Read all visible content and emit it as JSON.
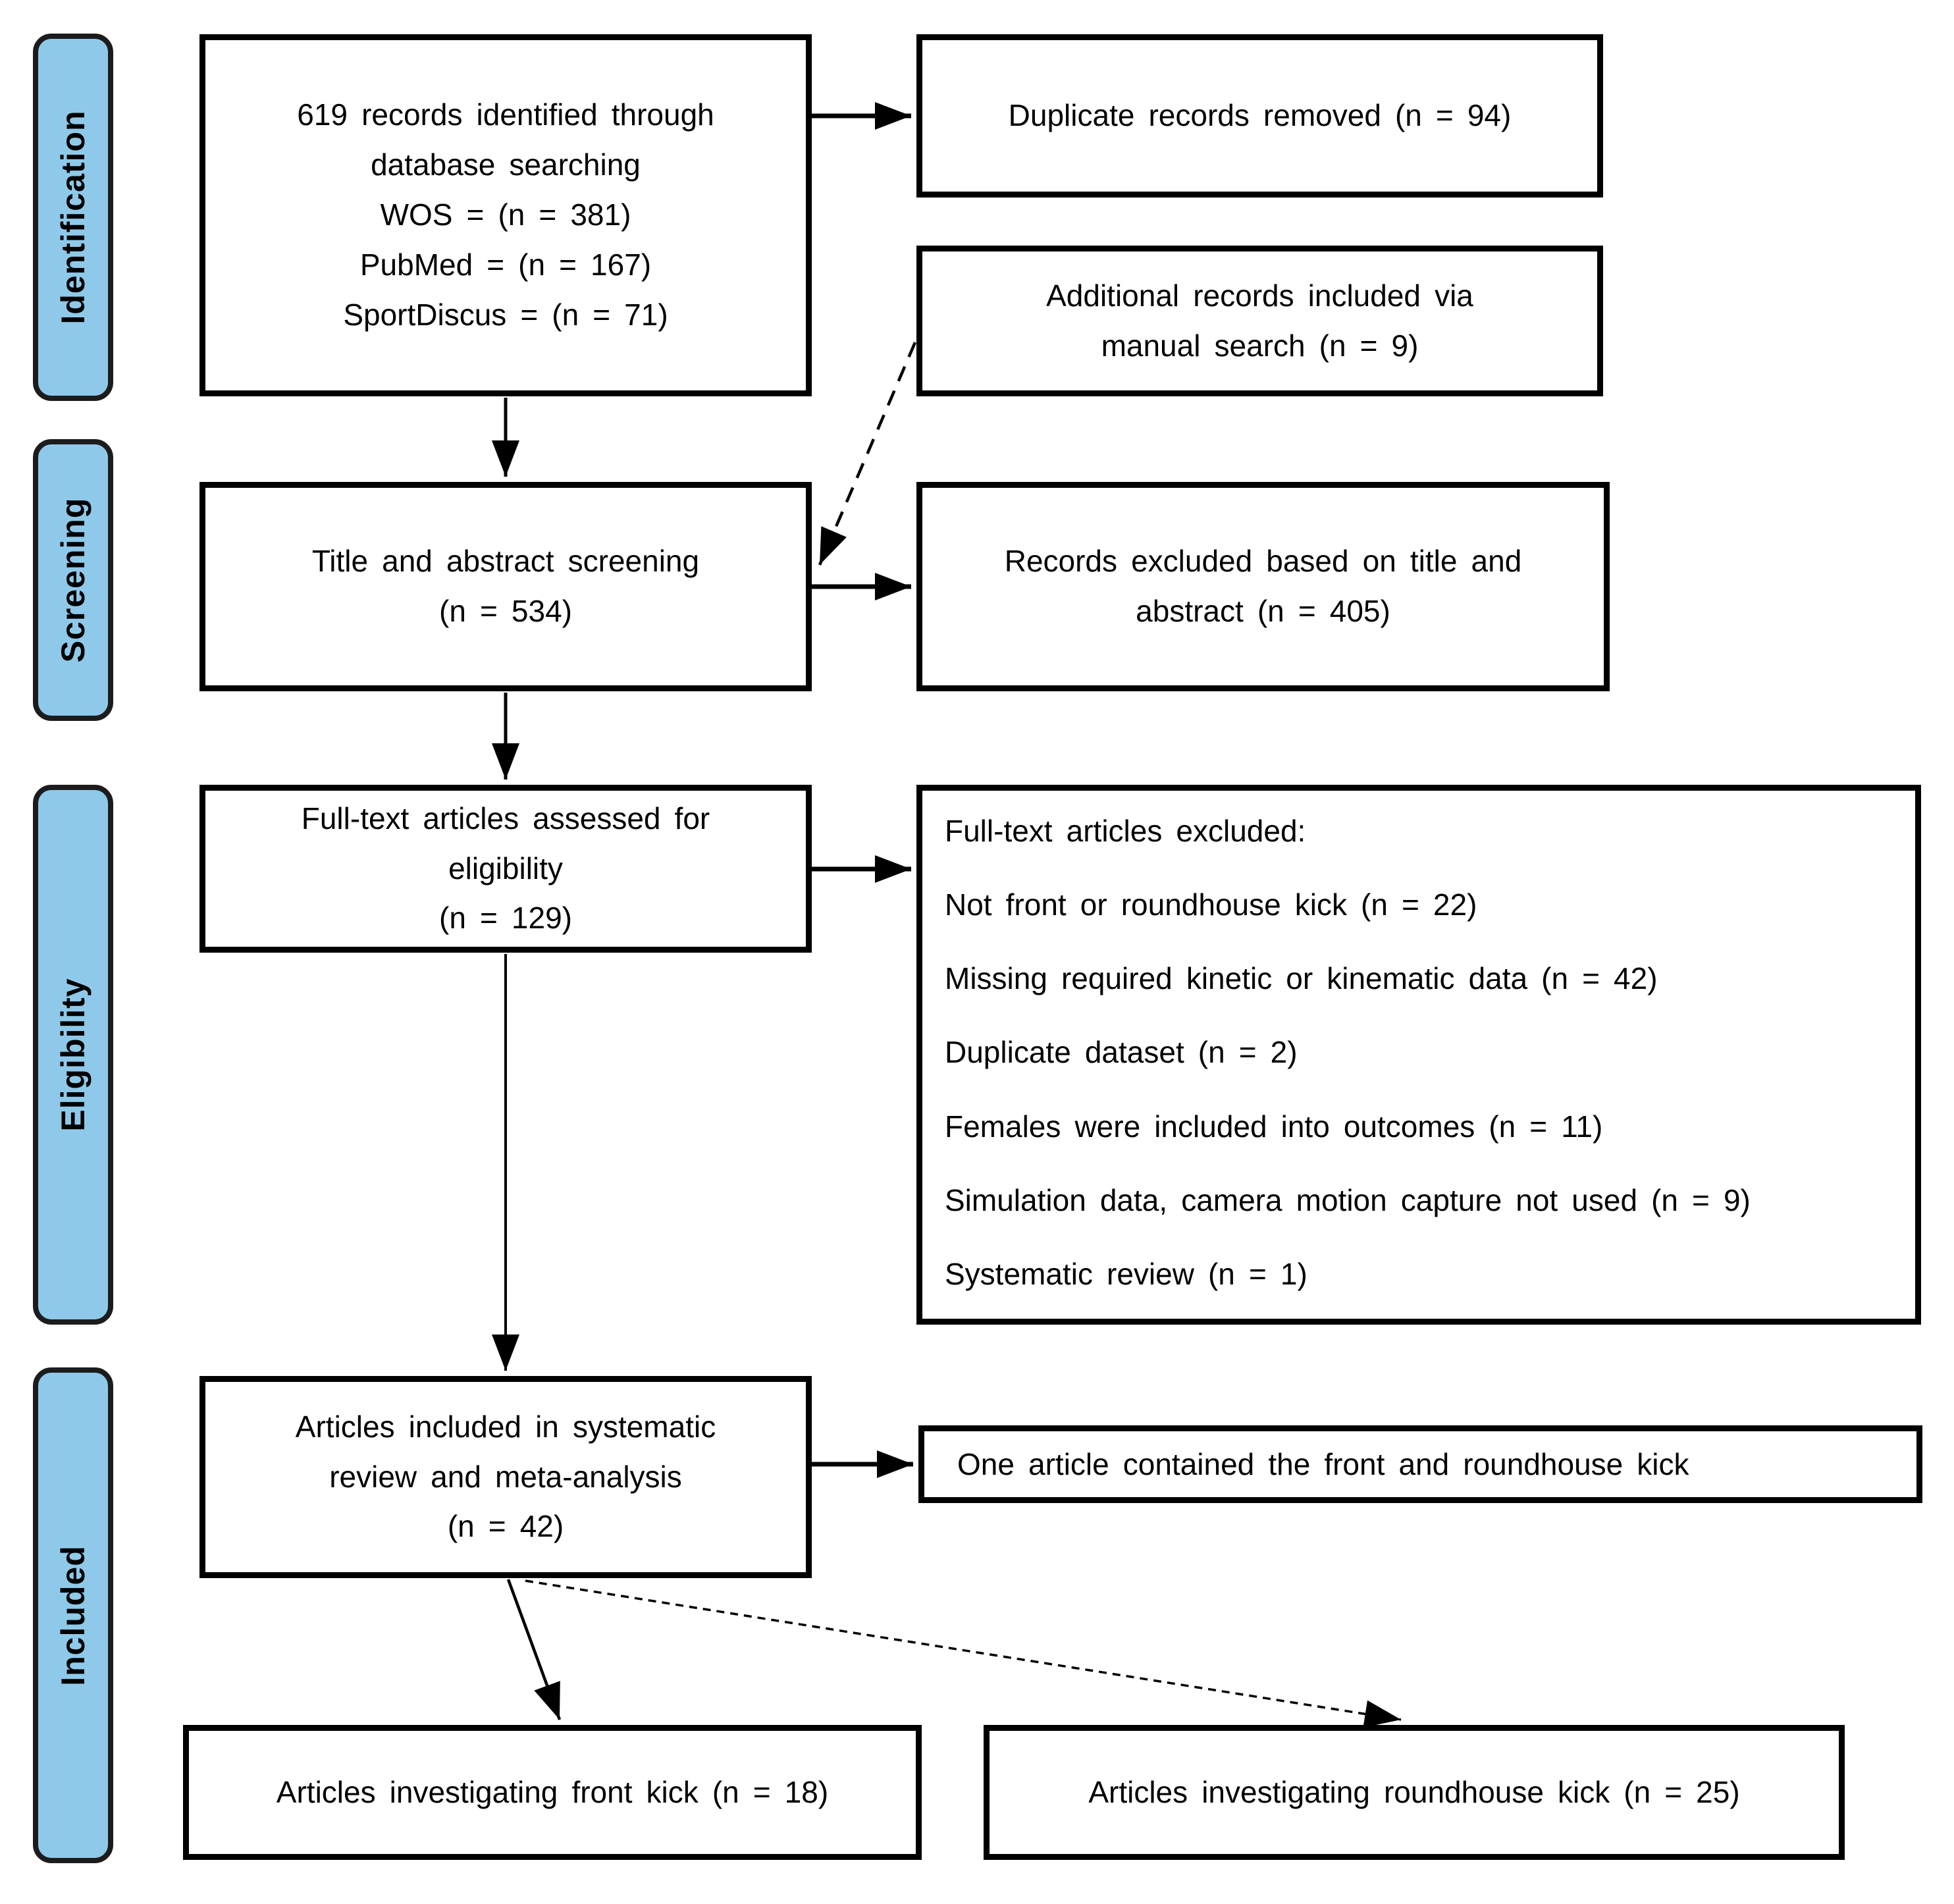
{
  "sidebar": {
    "stages": [
      "Identification",
      "Screening",
      "Eligibility",
      "Included"
    ]
  },
  "boxes": {
    "records_identified": {
      "lines": [
        "619 records identified through",
        "database searching",
        "WOS = (n = 381)",
        "PubMed = (n = 167)",
        "SportDiscus = (n = 71)"
      ]
    },
    "duplicate_records_removed": {
      "text": "Duplicate records removed (n = 94)"
    },
    "additional_records": {
      "lines": [
        "Additional records included via",
        "manual search (n = 9)"
      ]
    },
    "title_abstract_screening": {
      "lines": [
        "Title and abstract screening",
        "(n = 534)"
      ]
    },
    "records_excluded": {
      "lines": [
        "Records excluded based on title and",
        "abstract (n = 405)"
      ]
    },
    "fulltext_assessed": {
      "lines": [
        "Full-text articles assessed for",
        "eligibility",
        "(n = 129)"
      ]
    },
    "fulltext_excluded": {
      "title": "Full-text articles excluded:",
      "items": [
        "Not front or roundhouse kick (n = 22)",
        "Missing required kinetic or kinematic data (n = 42)",
        "Duplicate dataset (n = 2)",
        "Females were included into outcomes (n = 11)",
        "Simulation data, camera motion capture not used (n = 9)",
        "Systematic review (n = 1)"
      ]
    },
    "included_review": {
      "lines": [
        "Articles included in systematic",
        "review and meta-analysis",
        "(n = 42)"
      ]
    },
    "one_article": {
      "text": "One article contained the front and roundhouse kick"
    },
    "front_kick": {
      "text": "Articles investigating front kick (n = 18)"
    },
    "roundhouse_kick": {
      "text": "Articles investigating roundhouse kick (n = 25)"
    }
  },
  "colors": {
    "background": "#ffffff",
    "stage_fill": "#8FC9EA",
    "stage_border": "#1c1c1c",
    "box_fill": "#ffffff",
    "box_border": "#000000",
    "arrow": "#000000",
    "text": "#000000"
  }
}
